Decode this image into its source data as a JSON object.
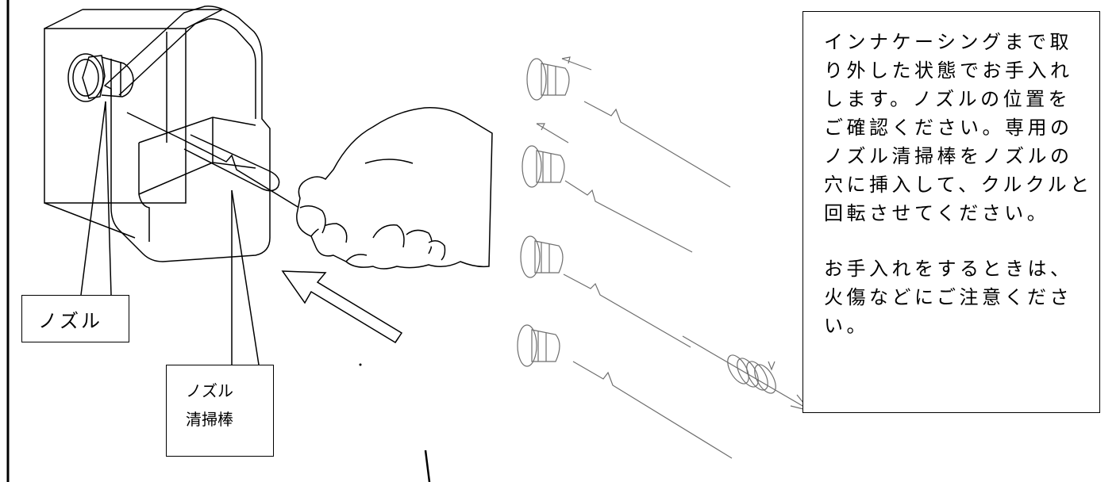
{
  "labels": {
    "nozzle": "ノズル",
    "cleaning_rod_line1": "ノズル",
    "cleaning_rod_line2": "清掃棒"
  },
  "instructions": {
    "paragraph1": "インナケーシングまで取り外した状態でお手入れします。ノズルの位置をご確認ください。専用のノズル清掃棒をノズルの穴に挿入して、クルクルと回転させてください。",
    "paragraph2": "お手入れをするときは、火傷などにご注意ください。"
  },
  "colors": {
    "line": "#000000",
    "light_line": "#6e6e6e",
    "background": "#ffffff"
  },
  "icons": [
    "nozzle-icon",
    "cleaning-rod-icon",
    "hand-icon",
    "insert-arrow-icon",
    "rotation-spring-icon"
  ]
}
